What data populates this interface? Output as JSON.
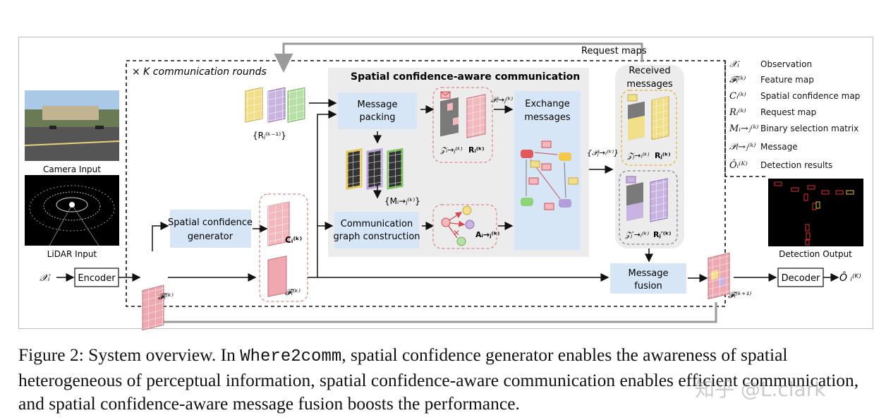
{
  "diagram": {
    "request_maps_label": "Request maps",
    "rounds_label": "× K communication rounds",
    "spatial_comm_title": "Spatial confidence-aware communication",
    "received_label_1": "Received",
    "received_label_2": "messages",
    "message_packing_1": "Message",
    "message_packing_2": "packing",
    "exchange_1": "Exchange",
    "exchange_2": "messages",
    "scg_1": "Spatial confidence",
    "scg_2": "generator",
    "cgc_1": "Communication",
    "cgc_2": "graph construction",
    "fusion_1": "Message",
    "fusion_2": "fusion",
    "encoder": "Encoder",
    "decoder": "Decoder",
    "camera_input": "Camera Input",
    "lidar_input": "LiDAR Input",
    "detection_output": "Detection Output",
    "sym_X": "𝒳ᵢ",
    "sym_F": "𝓕ᵢ⁽ᵏ⁾",
    "sym_F_next": "𝓕ᵢ⁽ᵏ⁺¹⁾",
    "sym_C": "Cᵢ⁽ᵏ⁾",
    "sym_R_prev": "{Rⱼ⁽ᵏ⁻¹⁾}",
    "sym_M": "{Mᵢ→ⱼ⁽ᵏ⁾}",
    "sym_A": "Aᵢ→ⱼ⁽ᵏ⁾",
    "sym_Z": "𝒵ᵢ→ⱼ⁽ᵏ⁾",
    "sym_R": "Rᵢ⁽ᵏ⁾",
    "sym_P": "𝒫ᵢ→ⱼ⁽ᵏ⁾",
    "sym_P_set": "{𝒫ⱼ→ᵢ⁽ᵏ⁾}",
    "sym_Zj": "𝒵ⱼ→ᵢ⁽ᵏ⁾",
    "sym_Rj": "Rⱼ⁽ᵏ⁾",
    "sym_Zj2": "𝒵ⱼ′→ᵢ⁽ᵏ⁾",
    "sym_Rj2": "Rⱼ′⁽ᵏ⁾",
    "sym_O": "Ô ᵢ⁽ᴷ⁾"
  },
  "legend": [
    {
      "symbol": "𝒳ᵢ",
      "text": "Observation"
    },
    {
      "symbol": "𝓕ᵢ⁽ᵏ⁾",
      "text": "Feature map"
    },
    {
      "symbol": "Cᵢ⁽ᵏ⁾",
      "text": "Spatial confidence map"
    },
    {
      "symbol": "Rᵢ⁽ᵏ⁾",
      "text": "Request map"
    },
    {
      "symbol": "Mᵢ→ⱼ⁽ᵏ⁾",
      "text": "Binary selection matrix"
    },
    {
      "symbol": "𝒫ᵢ→ⱼ⁽ᵏ⁾",
      "text": "Message"
    },
    {
      "symbol": "Ôᵢ⁽ᴷ⁾",
      "text": "Detection results"
    }
  ],
  "caption": {
    "prefix": "Figure 2: System overview. In ",
    "code": "Where2comm",
    "rest": ", spatial confidence generator enables the awareness of spatial heterogeneous of perceptual information, spatial confidence-aware communication enables efficient communication, and spatial confidence-aware message fusion boosts the performance."
  },
  "watermark": "知乎 @L.clark",
  "colors": {
    "blue_box": "#d6e6f7",
    "gray_panel": "#ececec",
    "pink_map": "#f3b8be",
    "yellow_map": "#f2df8a",
    "purple_map": "#c9b3e0",
    "green_map": "#b7dfa6",
    "arrow": "#111111",
    "feedback_arrow": "#9a9a9a"
  }
}
